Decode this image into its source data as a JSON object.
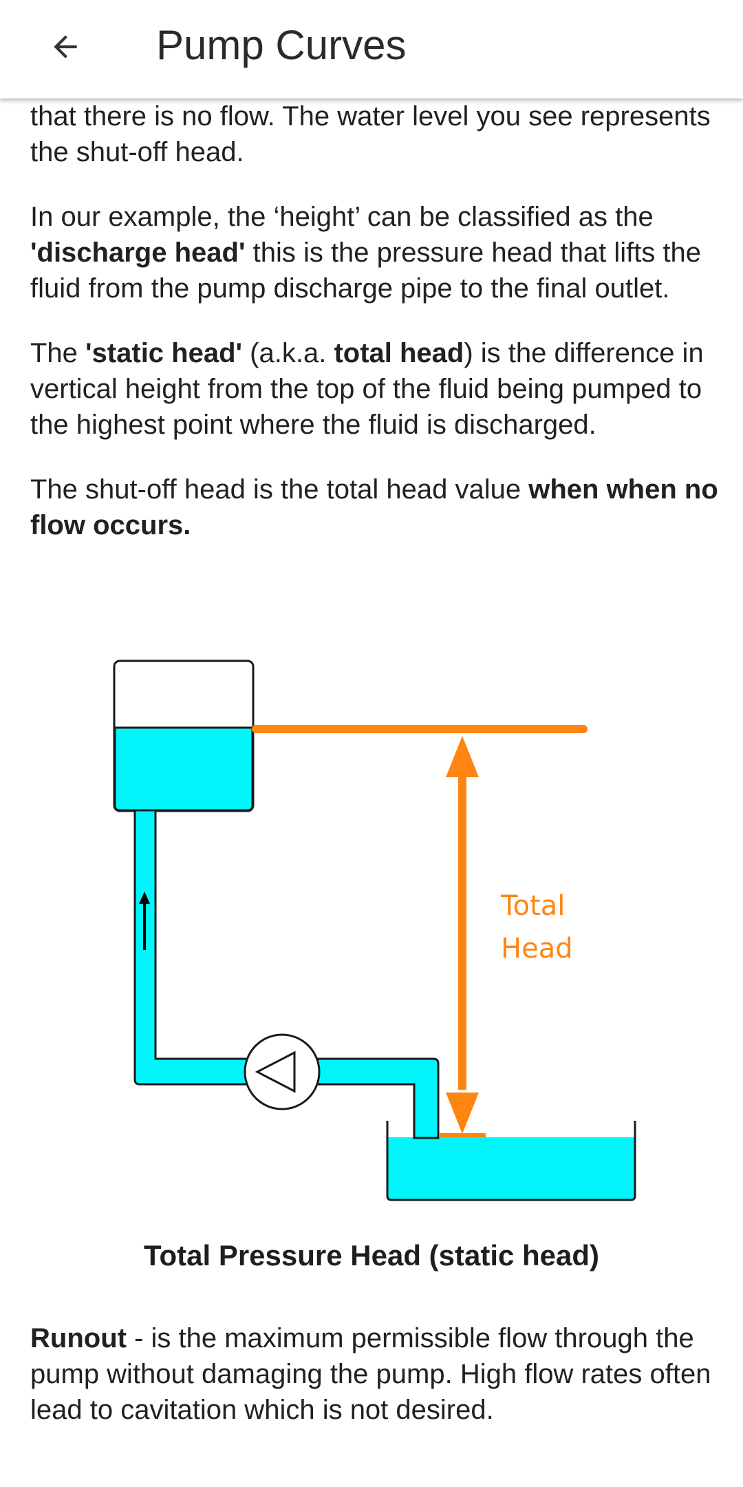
{
  "appbar": {
    "title": "Pump Curves",
    "back_icon": "arrow-left-icon"
  },
  "paragraphs": {
    "p0": "that there is no flow. The water level you see represents the shut-off head.",
    "p1_pre": "In our example, the ‘height’ can be classified as the ",
    "p1_bold": "'discharge head'",
    "p1_post": " this is the pressure head that lifts the fluid from the pump discharge pipe to the final outlet.",
    "p2_pre": "The ",
    "p2_bold1": "'static head'",
    "p2_mid": " (a.k.a. ",
    "p2_bold2": "total head",
    "p2_post": ") is the difference in vertical height from the top of the fluid being pumped to the highest point where the fluid is discharged.",
    "p3_pre": "The shut-off head is the total head value ",
    "p3_bold": "when when no flow occurs."
  },
  "figure": {
    "label_line1": "Total",
    "label_line2": "Head",
    "water_color": "#00f6fb",
    "accent_color": "#ff8512"
  },
  "caption": "Total Pressure Head (static head)",
  "runout": {
    "bold": "Runout",
    "text": " - is the maximum permissible flow through the pump without damaging the pump. High flow rates often lead to cavitation which is not desired."
  }
}
